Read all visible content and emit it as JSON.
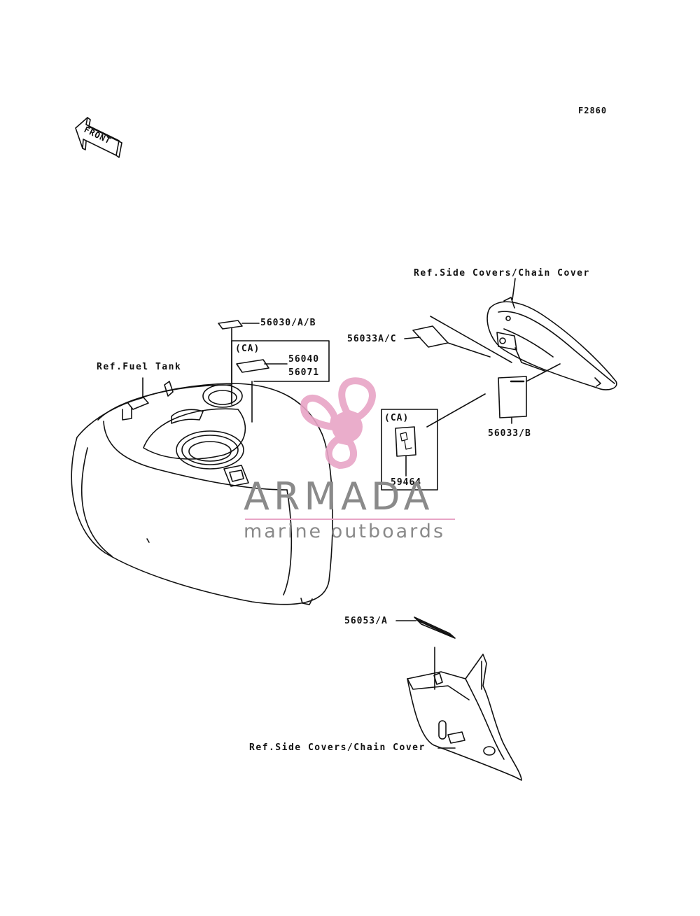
{
  "figure_code": "F2860",
  "front_label": "FRONT",
  "refs": {
    "fuel_tank": "Ref.Fuel Tank",
    "side_covers_top": "Ref.Side Covers/Chain Cover",
    "side_covers_bottom": "Ref.Side Covers/Chain Cover"
  },
  "parts": {
    "p56030": "56030/A/B",
    "ca1": "(CA)",
    "p56040": "56040",
    "p56071": "56071",
    "p56033ac": "56033A/C",
    "ca2": "(CA)",
    "p59464": "59464",
    "p56033b": "56033/B",
    "p56053": "56053/A"
  },
  "watermark": {
    "title": "ARMADA",
    "subtitle": "marine outboards",
    "accent_color": "#e8a5c6",
    "text_color": "#8a8a8a"
  }
}
